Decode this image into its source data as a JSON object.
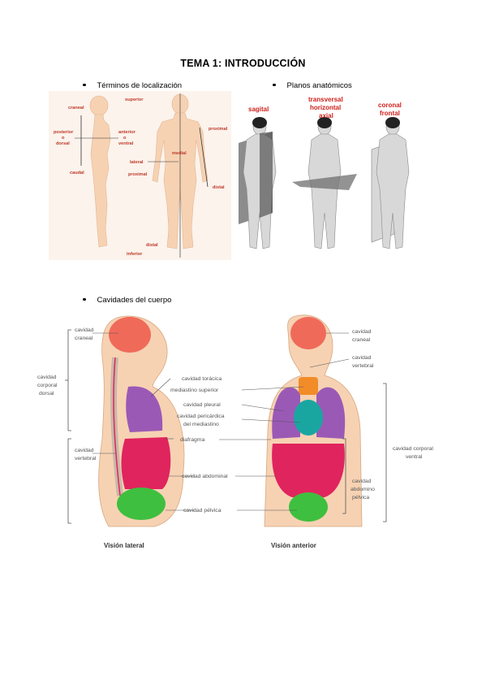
{
  "page": {
    "title": "TEMA 1: INTRODUCCIÓN"
  },
  "bullets": {
    "localizacion": "Términos de localización",
    "planos": "Planos anatómicos",
    "cavidades": "Cavidades del cuerpo"
  },
  "localizacion_labels": {
    "craneal": "craneal",
    "superior": "superior",
    "posterior": "posterior",
    "o1": "o",
    "dorsal": "dorsal",
    "anterior": "anterior",
    "o2": "o",
    "ventral": "ventral",
    "caudal": "caudal",
    "proximal_top": "proximal",
    "medial": "medial",
    "lateral": "lateral",
    "distal_right": "distal",
    "proximal_left": "proximal",
    "distal_bottom": "distal",
    "inferior": "inferior"
  },
  "planos_labels": {
    "sagital": "sagital",
    "transversal": "transversal",
    "horizontal": "horizontal",
    "axial": "axial",
    "coronal": "coronal",
    "frontal": "frontal"
  },
  "cavidades_labels": {
    "cav_craneal_l1": "cavidad",
    "cav_craneal_l2": "craneal",
    "cav_dorsal_l1": "cavidad",
    "cav_dorsal_l2": "corporal",
    "cav_dorsal_l3": "dorsal",
    "cav_vertebral_l1": "cavidad",
    "cav_vertebral_l2": "vertebral",
    "cav_toracica": "cavidad torácica",
    "mediastino_sup": "mediastino superior",
    "cav_pleural": "cavidad pleural",
    "cav_pericardica_l1": "cavidad pericárdica",
    "cav_pericardica_l2": "del mediastino",
    "diafragma": "diafragma",
    "cav_abdominal": "cavidad abdominal",
    "cav_pelvica": "cavidad pélvica",
    "r_craneal_l1": "cavidad",
    "r_craneal_l2": "craneal",
    "r_vertebral_l1": "cavidad",
    "r_vertebral_l2": "vertebral",
    "r_ventral_l1": "cavidad corporal",
    "r_ventral_l2": "ventral",
    "r_abdpel_l1": "cavidad",
    "r_abdpel_l2": "abdomino",
    "r_abdpel_l3": "pélvica",
    "vision_lateral": "Visión lateral",
    "vision_anterior": "Visión anterior"
  },
  "colors": {
    "skin": "#f6d2b3",
    "label_red": "#c0392b",
    "brain": "#f06a5a",
    "lung": "#9b59b6",
    "abdomen": "#e0245e",
    "pelvis": "#3fbf3f",
    "heart": "#1aa6a0",
    "mediastinum": "#f28c28"
  }
}
